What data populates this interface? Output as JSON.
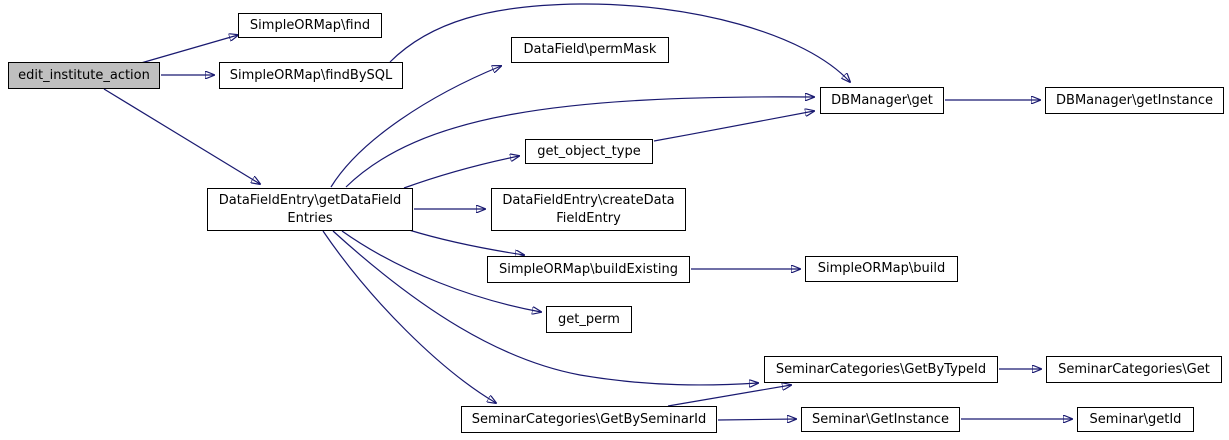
{
  "diagram": {
    "type": "call-graph",
    "background_color": "#ffffff",
    "edge_color": "#191970",
    "node_border_color": "#000000",
    "node_fill_color": "#ffffff",
    "highlighted_node_fill_color": "#bfbfbf",
    "nodes": [
      {
        "id": "edit_institute_action",
        "label": "edit_institute_action",
        "highlighted": true
      },
      {
        "id": "simpleormap_find",
        "label": "SimpleORMap\\find",
        "highlighted": false
      },
      {
        "id": "simpleormap_findbysql",
        "label": "SimpleORMap\\findBySQL",
        "highlighted": false
      },
      {
        "id": "datafield_permmask",
        "label": "DataField\\permMask",
        "highlighted": false
      },
      {
        "id": "dbmanager_get",
        "label": "DBManager\\get",
        "highlighted": false
      },
      {
        "id": "dbmanager_getinstance",
        "label": "DBManager\\getInstance",
        "highlighted": false
      },
      {
        "id": "datafieldentry_getdatafieldentries",
        "label": "DataFieldEntry\\getDataField\nEntries",
        "highlighted": false
      },
      {
        "id": "get_object_type",
        "label": "get_object_type",
        "highlighted": false
      },
      {
        "id": "datafieldentry_createdatafieldentry",
        "label": "DataFieldEntry\\createData\nFieldEntry",
        "highlighted": false
      },
      {
        "id": "simpleormap_buildexisting",
        "label": "SimpleORMap\\buildExisting",
        "highlighted": false
      },
      {
        "id": "simpleormap_build",
        "label": "SimpleORMap\\build",
        "highlighted": false
      },
      {
        "id": "get_perm",
        "label": "get_perm",
        "highlighted": false
      },
      {
        "id": "seminarcategories_getbytypeid",
        "label": "SeminarCategories\\GetByTypeId",
        "highlighted": false
      },
      {
        "id": "seminarcategories_get",
        "label": "SeminarCategories\\Get",
        "highlighted": false
      },
      {
        "id": "seminarcategories_getbyseminarid",
        "label": "SeminarCategories\\GetBySeminarId",
        "highlighted": false
      },
      {
        "id": "seminar_getinstance",
        "label": "Seminar\\GetInstance",
        "highlighted": false
      },
      {
        "id": "seminar_getid",
        "label": "Seminar\\getId",
        "highlighted": false
      }
    ],
    "edges": [
      {
        "from": "edit_institute_action",
        "to": "simpleormap_find"
      },
      {
        "from": "edit_institute_action",
        "to": "simpleormap_findbysql"
      },
      {
        "from": "edit_institute_action",
        "to": "datafieldentry_getdatafieldentries"
      },
      {
        "from": "simpleormap_findbysql",
        "to": "dbmanager_get"
      },
      {
        "from": "datafieldentry_getdatafieldentries",
        "to": "datafield_permmask"
      },
      {
        "from": "datafieldentry_getdatafieldentries",
        "to": "dbmanager_get"
      },
      {
        "from": "datafieldentry_getdatafieldentries",
        "to": "get_object_type"
      },
      {
        "from": "datafieldentry_getdatafieldentries",
        "to": "datafieldentry_createdatafieldentry"
      },
      {
        "from": "datafieldentry_getdatafieldentries",
        "to": "simpleormap_buildexisting"
      },
      {
        "from": "datafieldentry_getdatafieldentries",
        "to": "get_perm"
      },
      {
        "from": "datafieldentry_getdatafieldentries",
        "to": "seminarcategories_getbytypeid"
      },
      {
        "from": "datafieldentry_getdatafieldentries",
        "to": "seminarcategories_getbyseminarid"
      },
      {
        "from": "get_object_type",
        "to": "dbmanager_get"
      },
      {
        "from": "dbmanager_get",
        "to": "dbmanager_getinstance"
      },
      {
        "from": "simpleormap_buildexisting",
        "to": "simpleormap_build"
      },
      {
        "from": "seminarcategories_getbytypeid",
        "to": "seminarcategories_get"
      },
      {
        "from": "seminarcategories_getbyseminarid",
        "to": "seminarcategories_getbytypeid"
      },
      {
        "from": "seminarcategories_getbyseminarid",
        "to": "seminar_getinstance"
      },
      {
        "from": "seminar_getinstance",
        "to": "seminar_getid"
      }
    ]
  }
}
